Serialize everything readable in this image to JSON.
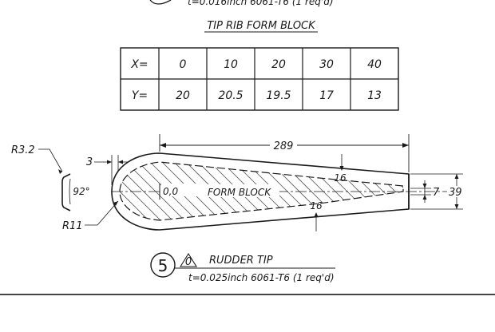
{
  "header": {
    "top_note": "t=0.016inch 6061-T6 (1 req'd)",
    "table_title": "TIP RIB FORM BLOCK"
  },
  "table": {
    "x_label": "X=",
    "y_label": "Y=",
    "x_values": [
      "0",
      "10",
      "20",
      "30",
      "40"
    ],
    "y_values": [
      "20",
      "20.5",
      "19.5",
      "17",
      "13"
    ]
  },
  "drawing": {
    "r_small": "R3.2",
    "r_large": "R11",
    "dim_3": "3",
    "angle": "92°",
    "length": "289",
    "origin": "0,0",
    "form_block_label": "FORM BLOCK",
    "thick_top": "16",
    "thick_bottom": "16",
    "end_inner": "7",
    "end_outer": "39"
  },
  "part": {
    "number": "5",
    "rev": "0",
    "title": "RUDDER TIP",
    "spec": "t=0.025inch 6061-T6 (1 req'd)"
  }
}
